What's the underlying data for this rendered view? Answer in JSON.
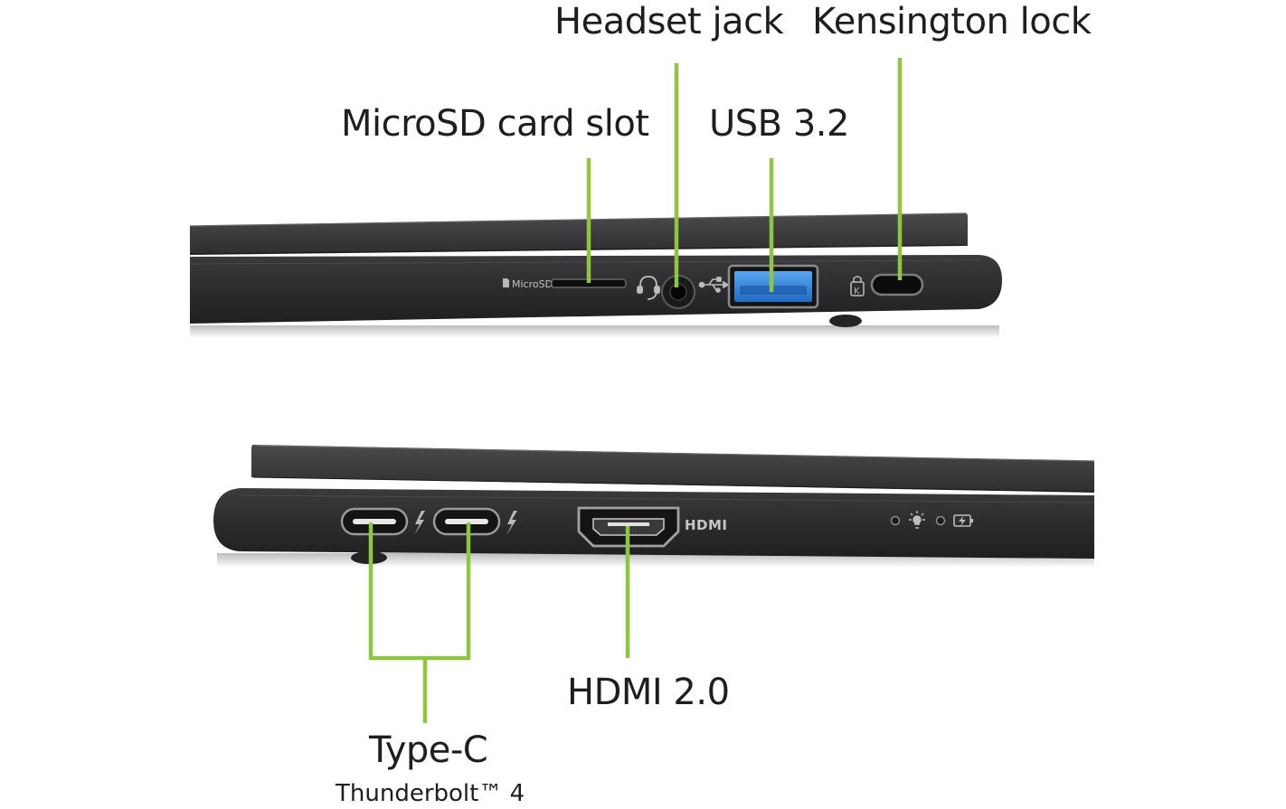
{
  "labels": {
    "headset_jack": "Headset jack",
    "kensington_lock": "Kensington lock",
    "microsd_slot": "MicroSD card slot",
    "usb": "USB 3.2",
    "hdmi": "HDMI 2.0",
    "type_c": "Type-C",
    "thunderbolt": "Thunderbolt™ 4"
  },
  "port_markings": {
    "microsd": "MicroSD",
    "hdmi": "HDMI",
    "lock": "K"
  },
  "colors": {
    "leader_line": "#8dc63f",
    "chassis": "#2c2c2e",
    "chassis_edge": "#3a3a3d",
    "usb_port": "#2f7fd6",
    "label_text": "#1e1e1e"
  },
  "icons": {
    "microsd_icon": "sd-card-icon",
    "headset_icon": "headset-icon",
    "usb_icon": "usb-trident-icon",
    "lock_icon": "kensington-lock-icon",
    "thunderbolt_icon": "lightning-bolt-icon",
    "power_led_icon": "power-sun-icon",
    "battery_led_icon": "battery-charging-icon"
  }
}
